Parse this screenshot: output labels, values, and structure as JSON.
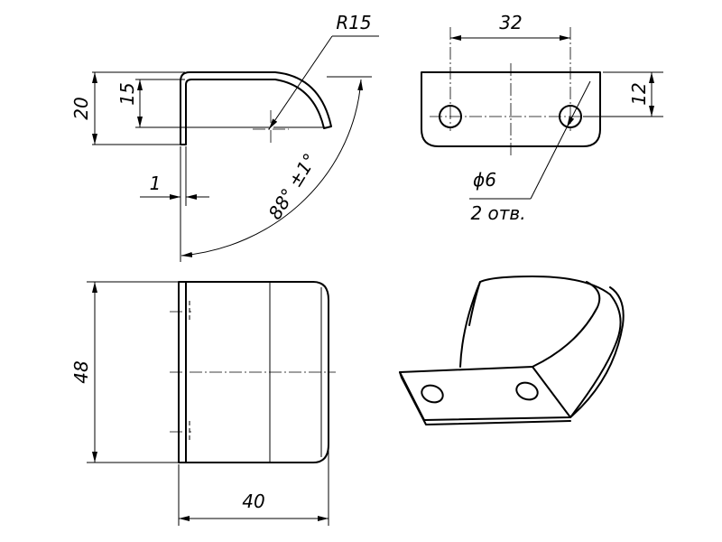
{
  "drawing": {
    "radius_label": "R15",
    "height_outer_label": "20",
    "height_inner_label": "15",
    "thickness_label": "1",
    "angle_label": "88° ±1°",
    "hole_spacing_label": "32",
    "hole_offset_label": "12",
    "hole_diameter_label": "ϕ6",
    "hole_count_label": "2 отв.",
    "width_label": "48",
    "length_label": "40"
  }
}
